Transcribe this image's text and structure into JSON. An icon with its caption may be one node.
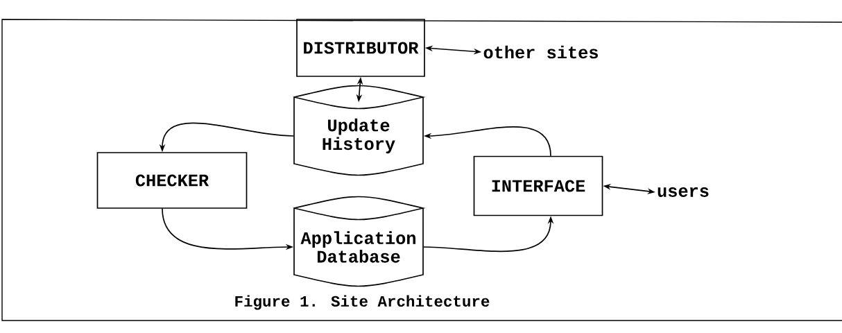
{
  "diagram": {
    "caption": "Figure 1.  Site Architecture",
    "nodes": [
      {
        "text": [
          "DISTRIBUTOR"
        ]
      },
      {
        "text": [
          "other sites"
        ]
      },
      {
        "text": [
          "Update History"
        ]
      },
      {
        "text": [
          "CHECKER"
        ]
      },
      {
        "text": [
          "INTERFACE"
        ]
      },
      {
        "text": [
          "Application Database"
        ]
      },
      {
        "text": [
          "users"
        ]
      }
    ],
    "edges": [
      {
        "from": 0,
        "to": 1,
        "arrow": "both"
      },
      {
        "from": 0,
        "to": 2,
        "arrow": "both"
      },
      {
        "from": 2,
        "to": 3,
        "arrow": "to"
      },
      {
        "from": 3,
        "to": 5,
        "arrow": "to"
      },
      {
        "from": 5,
        "to": 4,
        "arrow": "to"
      },
      {
        "from": 4,
        "to": 2,
        "arrow": "to"
      },
      {
        "from": 4,
        "to": 6,
        "arrow": "both"
      }
    ]
  }
}
